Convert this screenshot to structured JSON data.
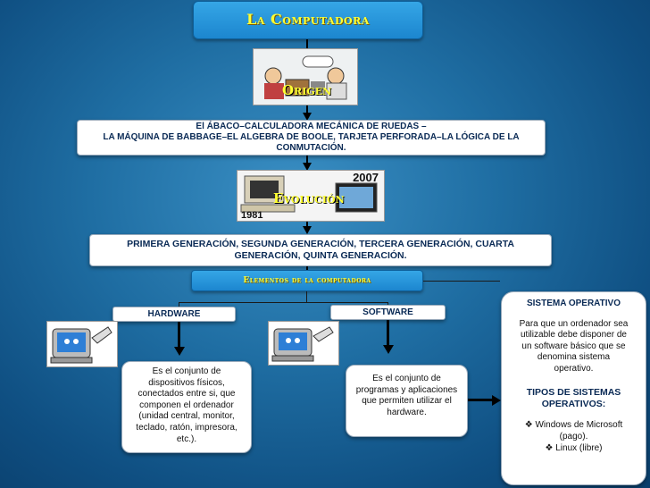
{
  "title": "La Computadora",
  "origen": {
    "label": "Origen",
    "text_line1": "El ÁBACO–CALCULADORA MECÁNICA  DE RUEDAS –",
    "text_line2": "LA MÁQUINA DE BABBAGE–EL ALGEBRA DE BOOLE, TARJETA PERFORADA–LA LÓGICA DE LA",
    "text_line3": "CONMUTACIÓN."
  },
  "evolucion": {
    "label": "Evolución",
    "year_top": "2007",
    "year_bottom": "1981",
    "text_line1": "PRIMERA GENERACIÓN, SEGUNDA GENERACIÓN, TERCERA GENERACIÓN, CUARTA",
    "text_line2": "GENERACIÓN, QUINTA GENERACIÓN."
  },
  "elementos": {
    "label": "Elementos de la computadora"
  },
  "hardware": {
    "label": "HARDWARE",
    "desc": [
      "Es el conjunto de",
      "dispositivos físicos,",
      "conectados entre si, que",
      "componen el ordenador",
      "(unidad central, monitor,",
      "teclado, ratón, impresora,",
      "etc.)."
    ]
  },
  "software": {
    "label": "SOFTWARE",
    "desc": [
      "Es el conjunto de",
      "programas y aplicaciones",
      "que permiten utilizar el",
      "hardware."
    ]
  },
  "sistema": {
    "label": "SISTEMA OPERATIVO",
    "desc": [
      "Para que un ordenador sea",
      "utilizable debe disponer de",
      "un software básico que se",
      "denomina sistema",
      "operativo."
    ],
    "tipos_title_1": "TIPOS DE SISTEMAS",
    "tipos_title_2": "OPERATIVOS:",
    "tipos": [
      "Windows de Microsoft",
      "(pago).",
      "Linux (libre)"
    ]
  },
  "colors": {
    "accent_yellow": "#ffff33",
    "box_blue": "#1c86cf"
  }
}
